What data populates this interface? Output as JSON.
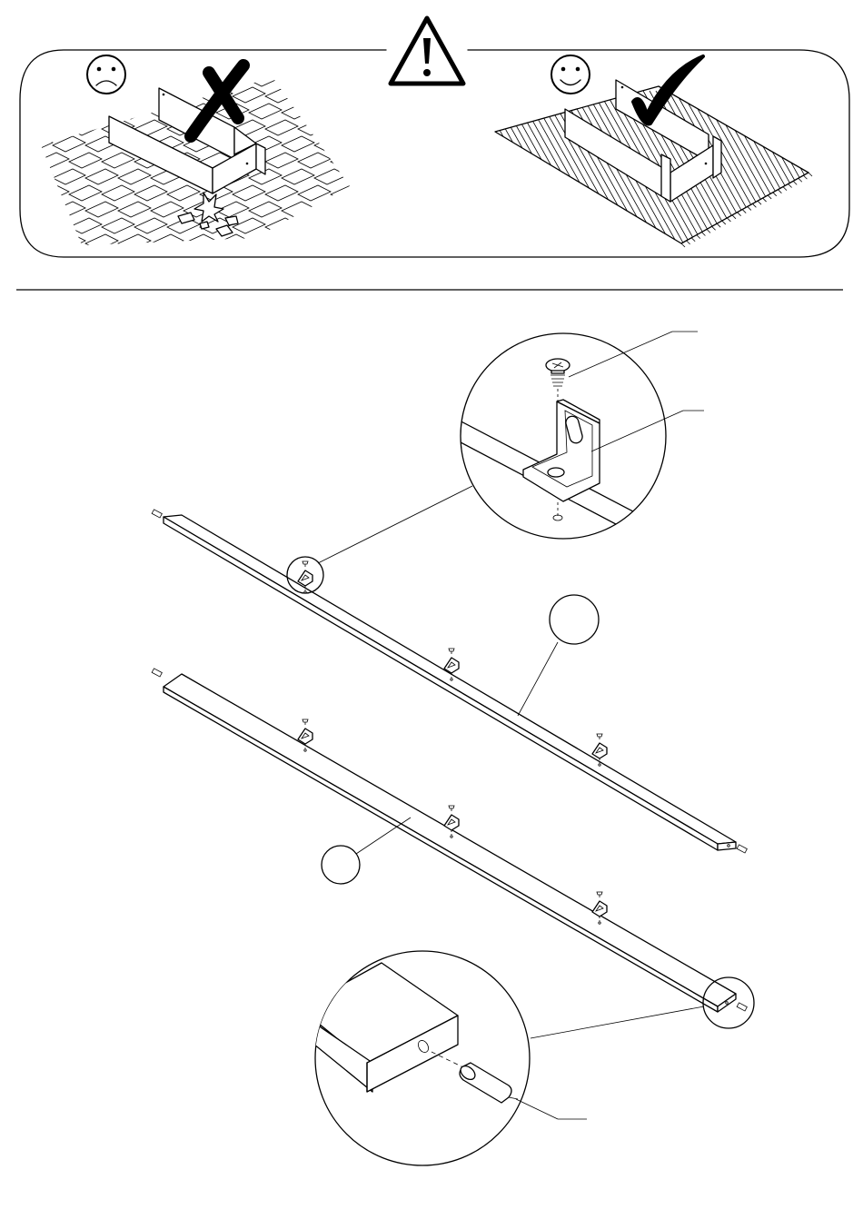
{
  "warning_panel": {
    "bad_example": {
      "mood_icon": "sad-face-icon",
      "verdict_icon": "cross-mark-icon",
      "surface": "hard-tiled-floor"
    },
    "good_example": {
      "mood_icon": "happy-face-icon",
      "verdict_icon": "check-mark-icon",
      "surface": "soft-rug"
    },
    "alert_icon": "warning-triangle-icon"
  },
  "assembly_step": {
    "parts": [
      {
        "label": "",
        "role": "upper-rail"
      },
      {
        "label": "",
        "role": "lower-rail"
      }
    ],
    "hardware": [
      "screw",
      "angle-bracket",
      "wooden-dowel"
    ],
    "brackets_per_rail": 3,
    "detail_callouts": [
      "bracket-and-screw-detail",
      "dowel-insertion-detail"
    ],
    "colors": {
      "ink": "#000000",
      "paper": "#ffffff"
    }
  }
}
